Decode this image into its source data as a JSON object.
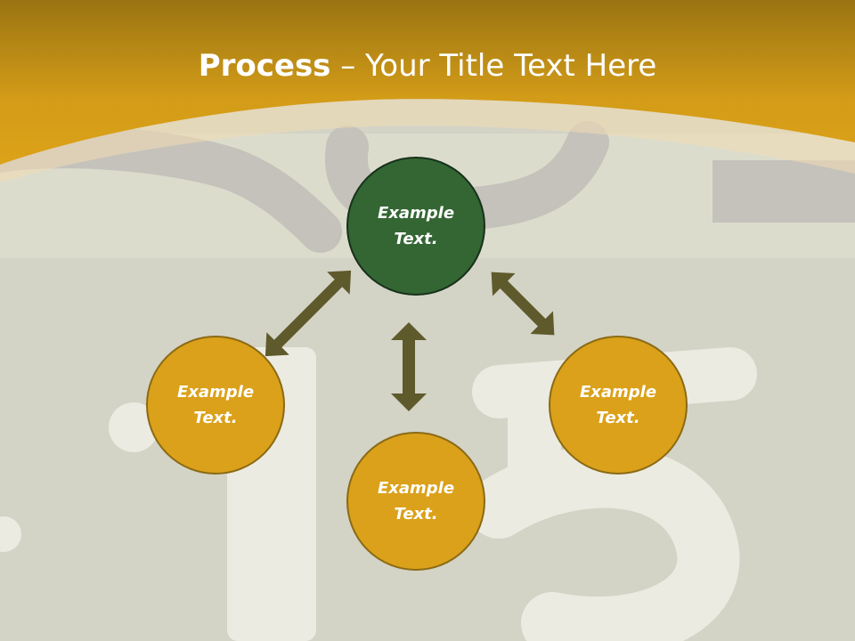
{
  "slide": {
    "title_bold": "Process",
    "title_rest": " – Your Title Text Here"
  },
  "nodes": {
    "top": "Example Text.",
    "left": "Example Text.",
    "right": "Example Text.",
    "bottom": "Example Text."
  },
  "colors": {
    "header_gold": "#dca218",
    "node_gold": "#dba11a",
    "node_green": "#336633",
    "arrow": "#5e5a2c",
    "background": "#d3d3c6"
  }
}
